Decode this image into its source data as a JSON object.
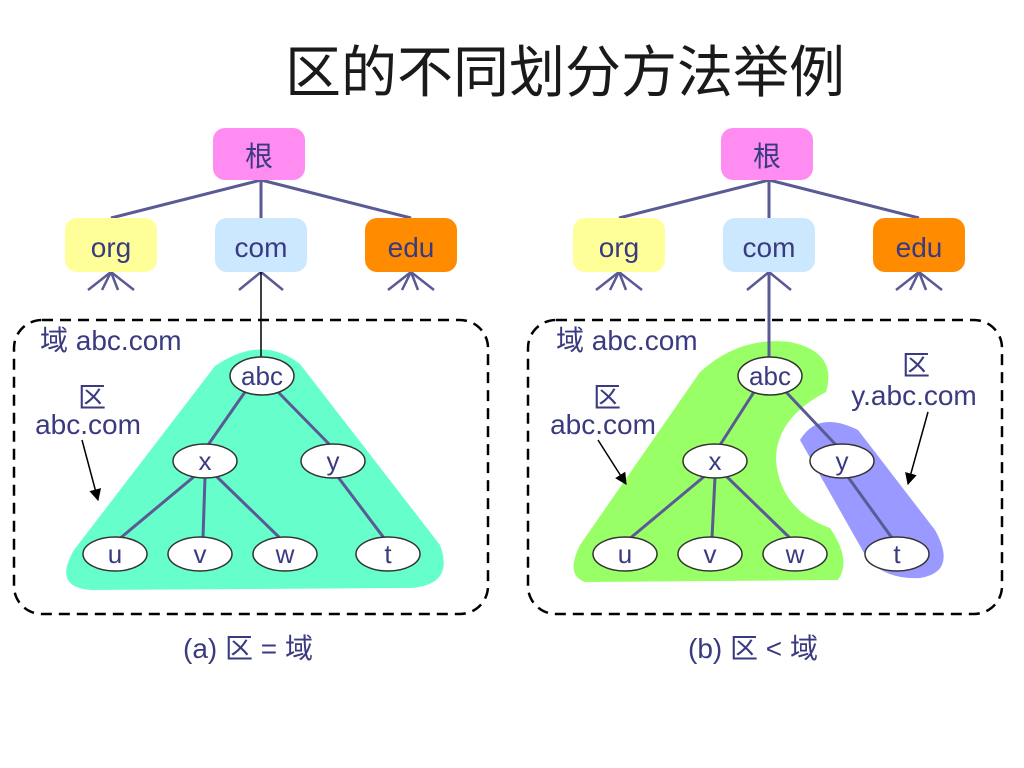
{
  "title": "区的不同划分方法举例",
  "colors": {
    "line": "#5a5a94",
    "root_fill": "#ff8cf0",
    "org_fill": "#ffff99",
    "com_fill": "#cce8ff",
    "edu_fill": "#ff8c00",
    "zone_a": "#66ffcc",
    "zone_b_main": "#99ff66",
    "zone_b_y": "#9999ff"
  },
  "diagram_a": {
    "root": "根",
    "tlds": [
      "org",
      "com",
      "edu"
    ],
    "domain_label": "域 abc.com",
    "zone_label_line1": "区",
    "zone_label_line2": "abc.com",
    "nodes": {
      "abc": "abc",
      "x": "x",
      "y": "y",
      "u": "u",
      "v": "v",
      "w": "w",
      "t": "t"
    },
    "caption": "(a) 区 = 域"
  },
  "diagram_b": {
    "root": "根",
    "tlds": [
      "org",
      "com",
      "edu"
    ],
    "domain_label": "域 abc.com",
    "zone_label_line1": "区",
    "zone_label_line2": "abc.com",
    "zone2_label_line1": "区",
    "zone2_label_line2": "y.abc.com",
    "nodes": {
      "abc": "abc",
      "x": "x",
      "y": "y",
      "u": "u",
      "v": "v",
      "w": "w",
      "t": "t"
    },
    "caption": "(b) 区 < 域"
  }
}
